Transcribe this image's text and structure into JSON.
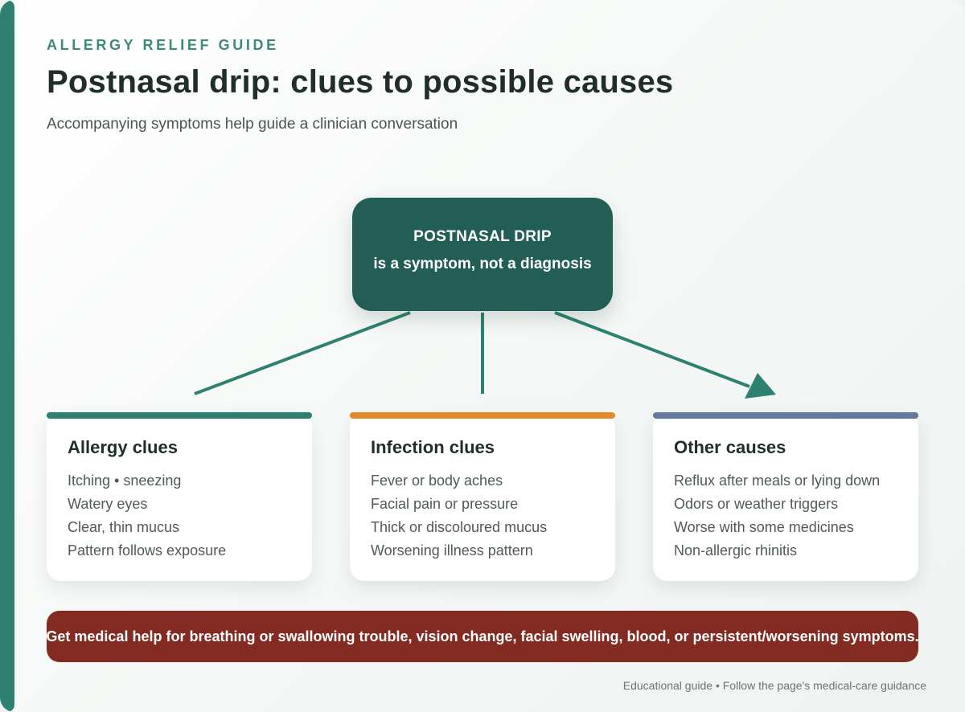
{
  "header": {
    "eyebrow": "ALLERGY RELIEF GUIDE",
    "title": "Postnasal drip: clues to possible causes",
    "subtitle": "Accompanying symptoms help guide a clinician conversation"
  },
  "center": {
    "line1": "POSTNASAL DRIP",
    "line2": "is a symptom, not a diagnosis"
  },
  "colors": {
    "accent": "#2e8170",
    "center_box": "#225e55",
    "allergy": "#2e8170",
    "infection": "#e08a2c",
    "other": "#64799c",
    "warning": "#832a22"
  },
  "cards": [
    {
      "title": "Allergy clues",
      "items": [
        "Itching • sneezing",
        "Watery eyes",
        "Clear, thin mucus",
        "Pattern follows exposure"
      ]
    },
    {
      "title": "Infection clues",
      "items": [
        "Fever or body aches",
        "Facial pain or pressure",
        "Thick or discoloured mucus",
        "Worsening illness pattern"
      ]
    },
    {
      "title": "Other causes",
      "items": [
        "Reflux after meals or lying down",
        "Odors or weather triggers",
        "Worse with some medicines",
        "Non-allergic rhinitis"
      ]
    }
  ],
  "warning": "Get medical help for breathing or swallowing trouble, vision change, facial swelling, blood, or persistent/worsening symptoms.",
  "footer": "Educational guide • Follow the page's medical-care guidance"
}
